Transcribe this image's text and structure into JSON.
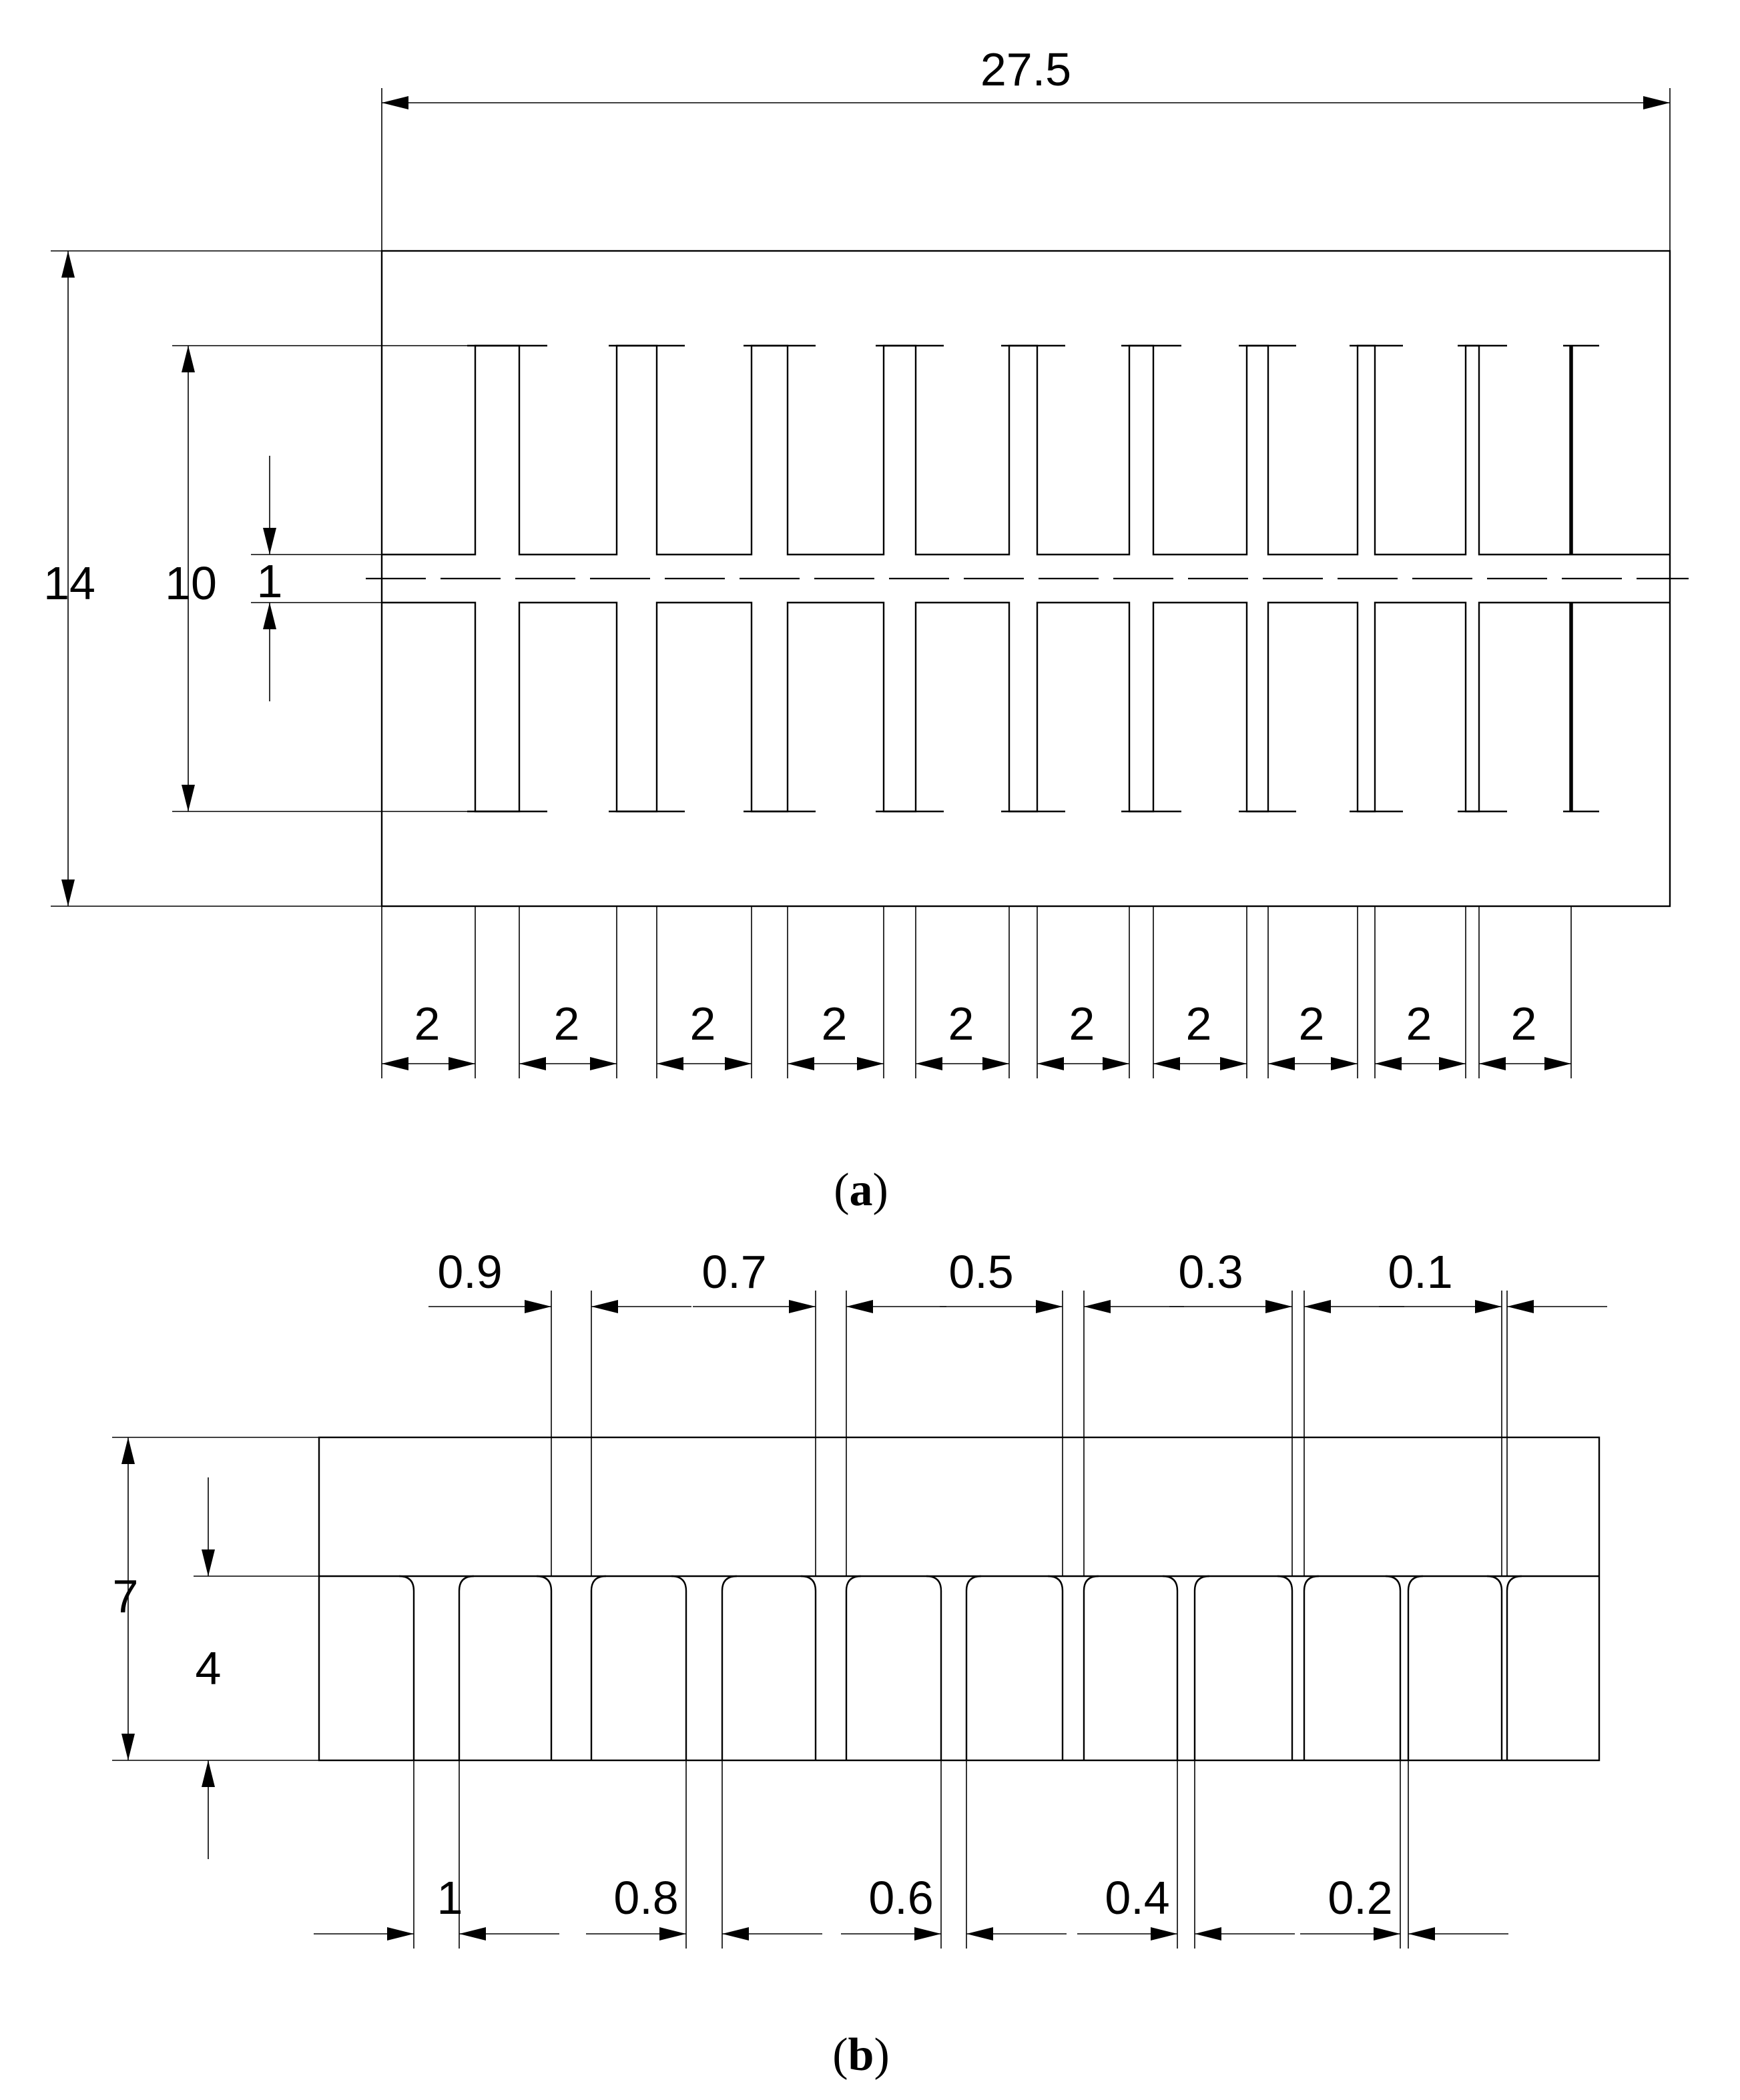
{
  "figure_a": {
    "caption_open": "(",
    "caption_letter": "a",
    "caption_close": ")",
    "overall_width": "27.5",
    "overall_height": "14",
    "slot_span": "10",
    "center_gap": "1",
    "pitch_labels": [
      "2",
      "2",
      "2",
      "2",
      "2",
      "2",
      "2",
      "2",
      "2",
      "2"
    ]
  },
  "figure_b": {
    "caption_open": "(",
    "caption_letter": "b",
    "caption_close": ")",
    "overall_height": "7",
    "slot_depth": "4",
    "top_widths": [
      "0.9",
      "0.7",
      "0.5",
      "0.3",
      "0.1"
    ],
    "bottom_widths": [
      "1",
      "0.8",
      "0.6",
      "0.4",
      "0.2"
    ]
  }
}
